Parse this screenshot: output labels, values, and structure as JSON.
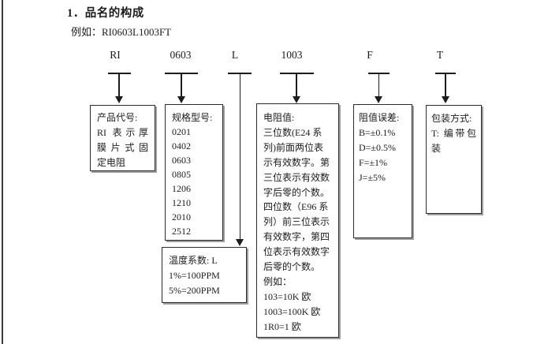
{
  "page": {
    "title": "1．品名的构成",
    "example": "例如：RI0603L1003FT"
  },
  "code_parts": [
    {
      "label": "RI"
    },
    {
      "label": "0603"
    },
    {
      "label": "L"
    },
    {
      "label": "1003"
    },
    {
      "label": "F"
    },
    {
      "label": "T"
    }
  ],
  "boxes": {
    "product_code": {
      "lines": [
        "产品代号:",
        "RI 表示厚",
        "膜片式固",
        "定电阻"
      ]
    },
    "spec_model": {
      "lines": [
        "规格型号:",
        "0201",
        "0402",
        "0603",
        "0805",
        "1206",
        "1210",
        "2010",
        "2512"
      ]
    },
    "temp_coefficient": {
      "lines": [
        "温度系数: L",
        "1%=100PPM",
        "5%=200PPM"
      ]
    },
    "resistance_value": {
      "lines": [
        "电阻值:",
        "三位数(E24 系",
        "列)前面两位表",
        "示有效数字。第",
        "三位表示有效数",
        "字后零的个数。",
        "四位数（E96 系",
        "列）前三位表示",
        "有效数字，第四",
        "位表示有效数字",
        "后零的个数。",
        "例如：",
        "103=10K 欧",
        "1003=100K 欧",
        "1R0=1 欧"
      ]
    },
    "tolerance": {
      "lines": [
        "阻值误差:",
        "B=±0.1%",
        "D=±0.5%",
        "F=±1%",
        "J=±5%"
      ]
    },
    "packaging": {
      "lines": [
        "包装方式:",
        "T: 编带包",
        "装"
      ]
    }
  },
  "colors": {
    "text": "#1c1c1c",
    "border": "#2b2b2b",
    "shadow": "#9e9e9e",
    "page_edge": "#3c3c3c",
    "background": "#ffffff"
  }
}
